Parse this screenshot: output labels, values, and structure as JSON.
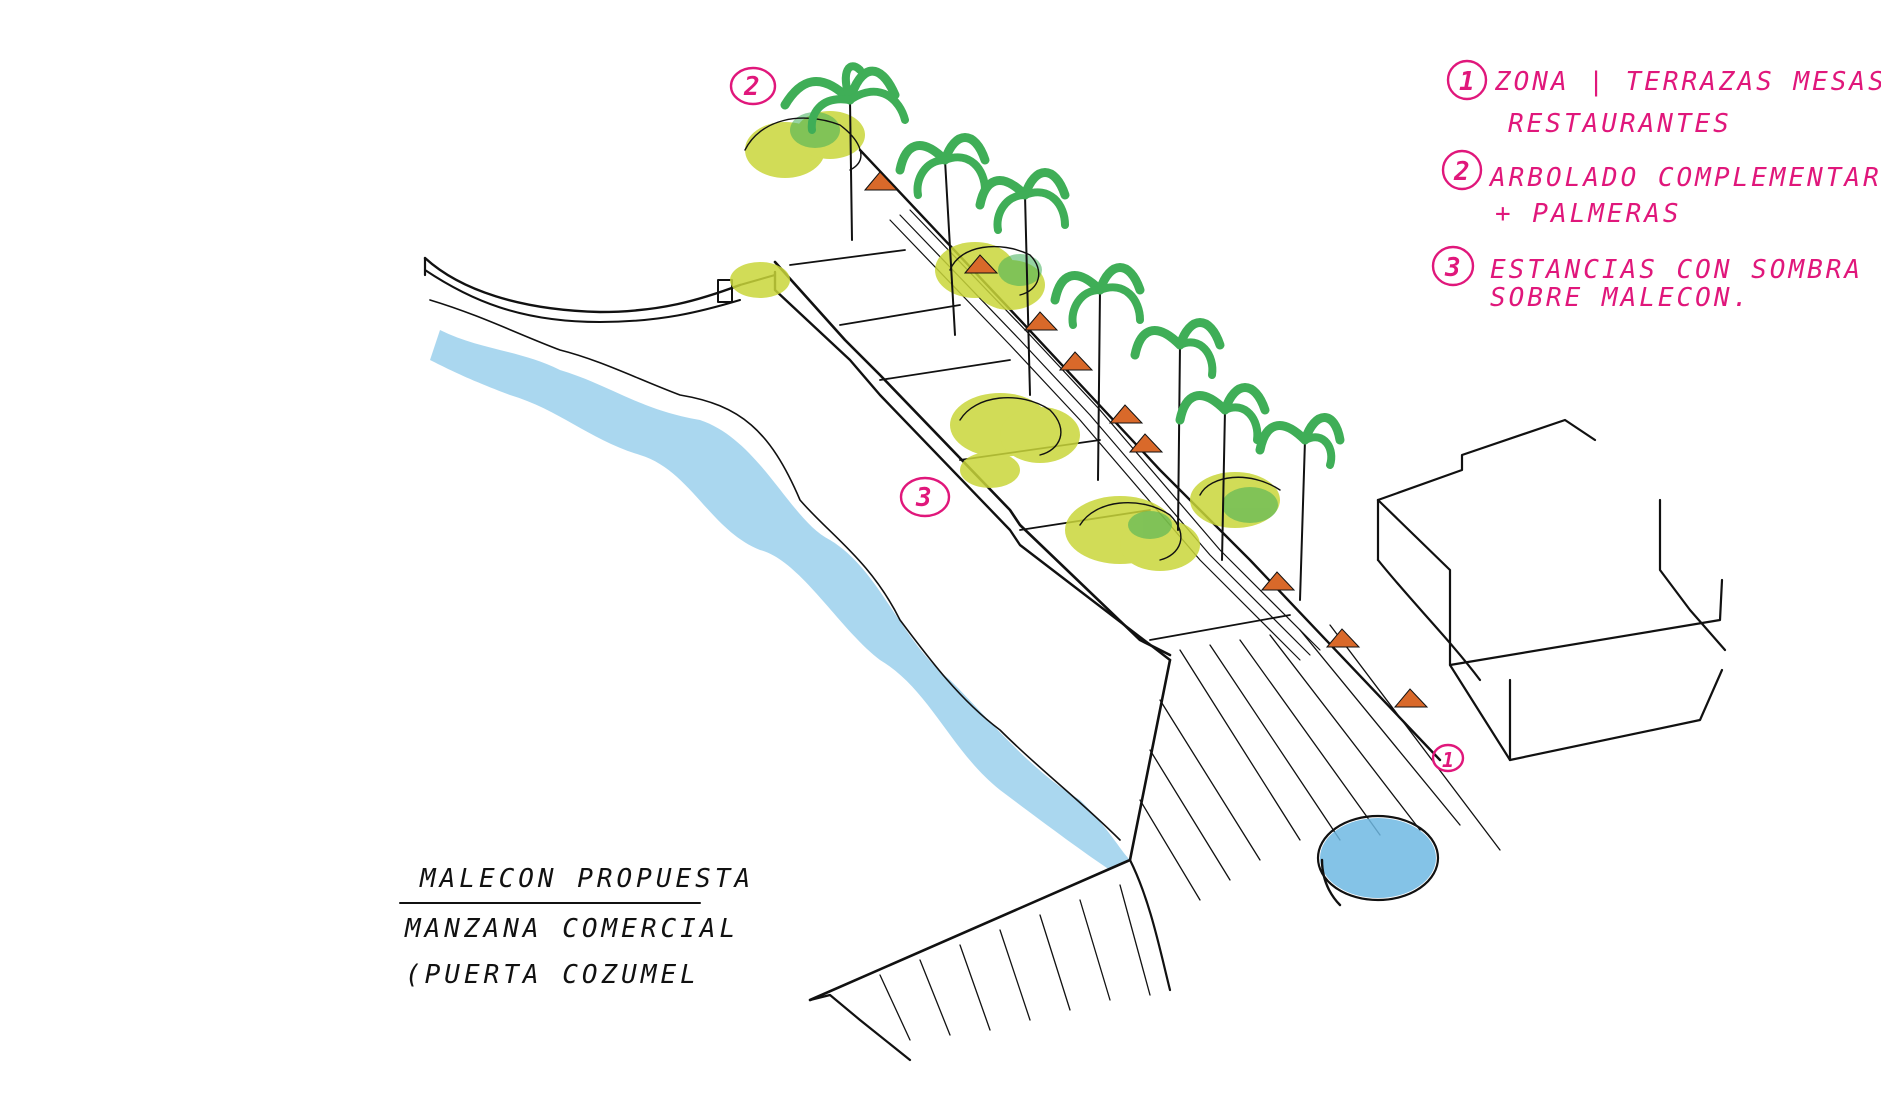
{
  "legend": {
    "items": [
      {
        "number": "1",
        "lines": [
          "ZONA | TERRAZAS MESAS",
          "RESTAURANTES"
        ]
      },
      {
        "number": "2",
        "lines": [
          "ARBOLADO COMPLEMENTARIO",
          "+ PALMERAS"
        ]
      },
      {
        "number": "3",
        "lines": [
          "ESTANCIAS CON SOMBRA",
          "SOBRE MALECON."
        ]
      }
    ]
  },
  "title": {
    "main": "MALECON PROPUESTA",
    "sub_1": "MANZANA COMERCIAL",
    "sub_2": "(PUERTA COZUMEL"
  },
  "markers": {
    "terraces": "1",
    "trees": "2",
    "shade": "3"
  },
  "colors": {
    "annotation": "#e0177b",
    "water": "#8ec9ea",
    "foliage_green": "#3fae57",
    "foliage_yellow": "#c9d63a",
    "umbrella": "#d9692a",
    "ink": "#111111"
  }
}
